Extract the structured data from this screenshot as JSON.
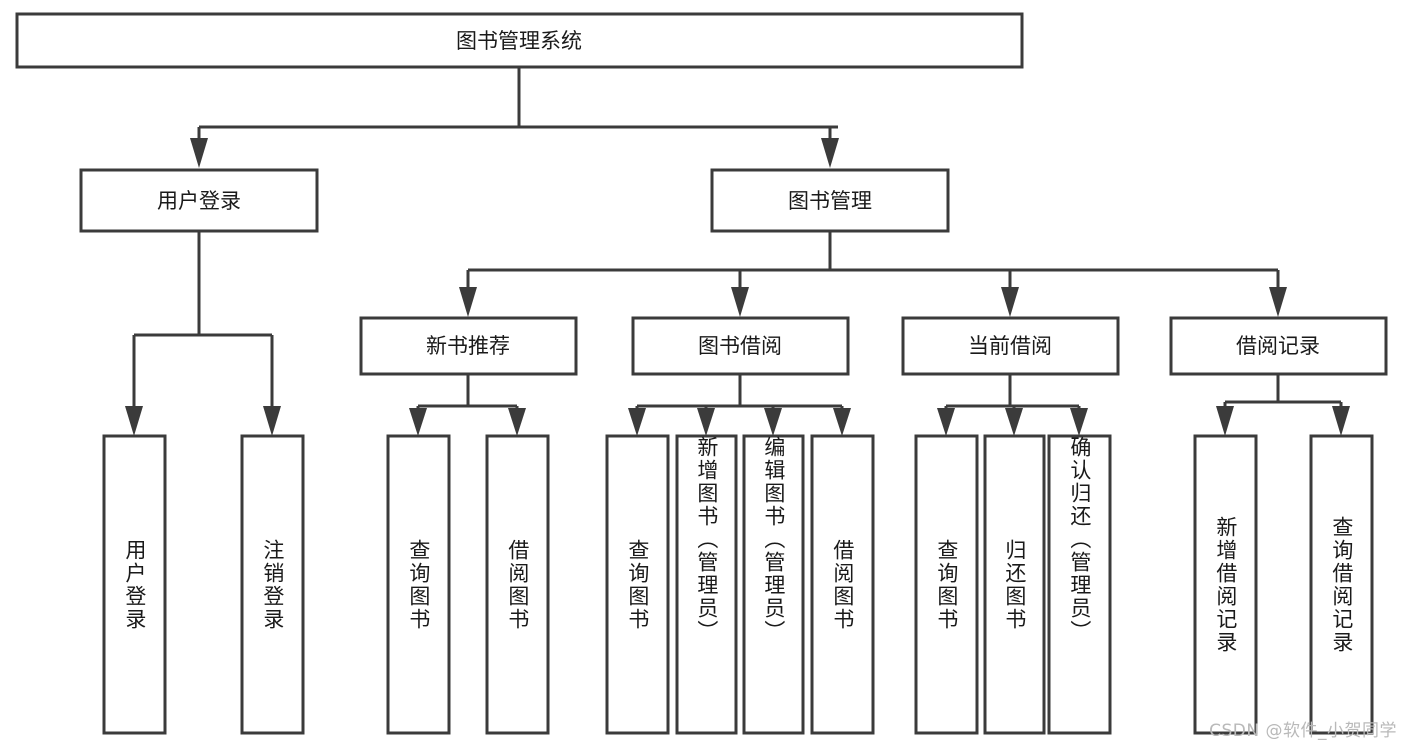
{
  "diagram": {
    "type": "tree",
    "title": "图书管理系统",
    "colors": {
      "box_stroke": "#3b3b3b",
      "box_fill": "#ffffff",
      "connector": "#3b3b3b",
      "text": "#1a1a1a",
      "watermark": "#b9b9b9",
      "background": "#ffffff"
    },
    "root": {
      "label": "图书管理系统"
    },
    "level2": [
      {
        "label": "用户登录"
      },
      {
        "label": "图书管理"
      }
    ],
    "level3": [
      {
        "label": "新书推荐"
      },
      {
        "label": "图书借阅"
      },
      {
        "label": "当前借阅"
      },
      {
        "label": "借阅记录"
      }
    ],
    "leaves": {
      "user_login": [
        {
          "label": "用户登录"
        },
        {
          "label": "注销登录"
        }
      ],
      "new_book_recommend": [
        {
          "label": "查询图书"
        },
        {
          "label": "借阅图书"
        }
      ],
      "book_borrow": [
        {
          "label": "查询图书"
        },
        {
          "label": "新增图书（管理员）"
        },
        {
          "label": "编辑图书（管理员）"
        },
        {
          "label": "借阅图书"
        }
      ],
      "current_borrow": [
        {
          "label": "查询图书"
        },
        {
          "label": "归还图书"
        },
        {
          "label": "确认归还（管理员）"
        }
      ],
      "borrow_record": [
        {
          "label": "新增借阅记录"
        },
        {
          "label": "查询借阅记录"
        }
      ]
    },
    "watermark": "CSDN @软件_小贺同学"
  }
}
